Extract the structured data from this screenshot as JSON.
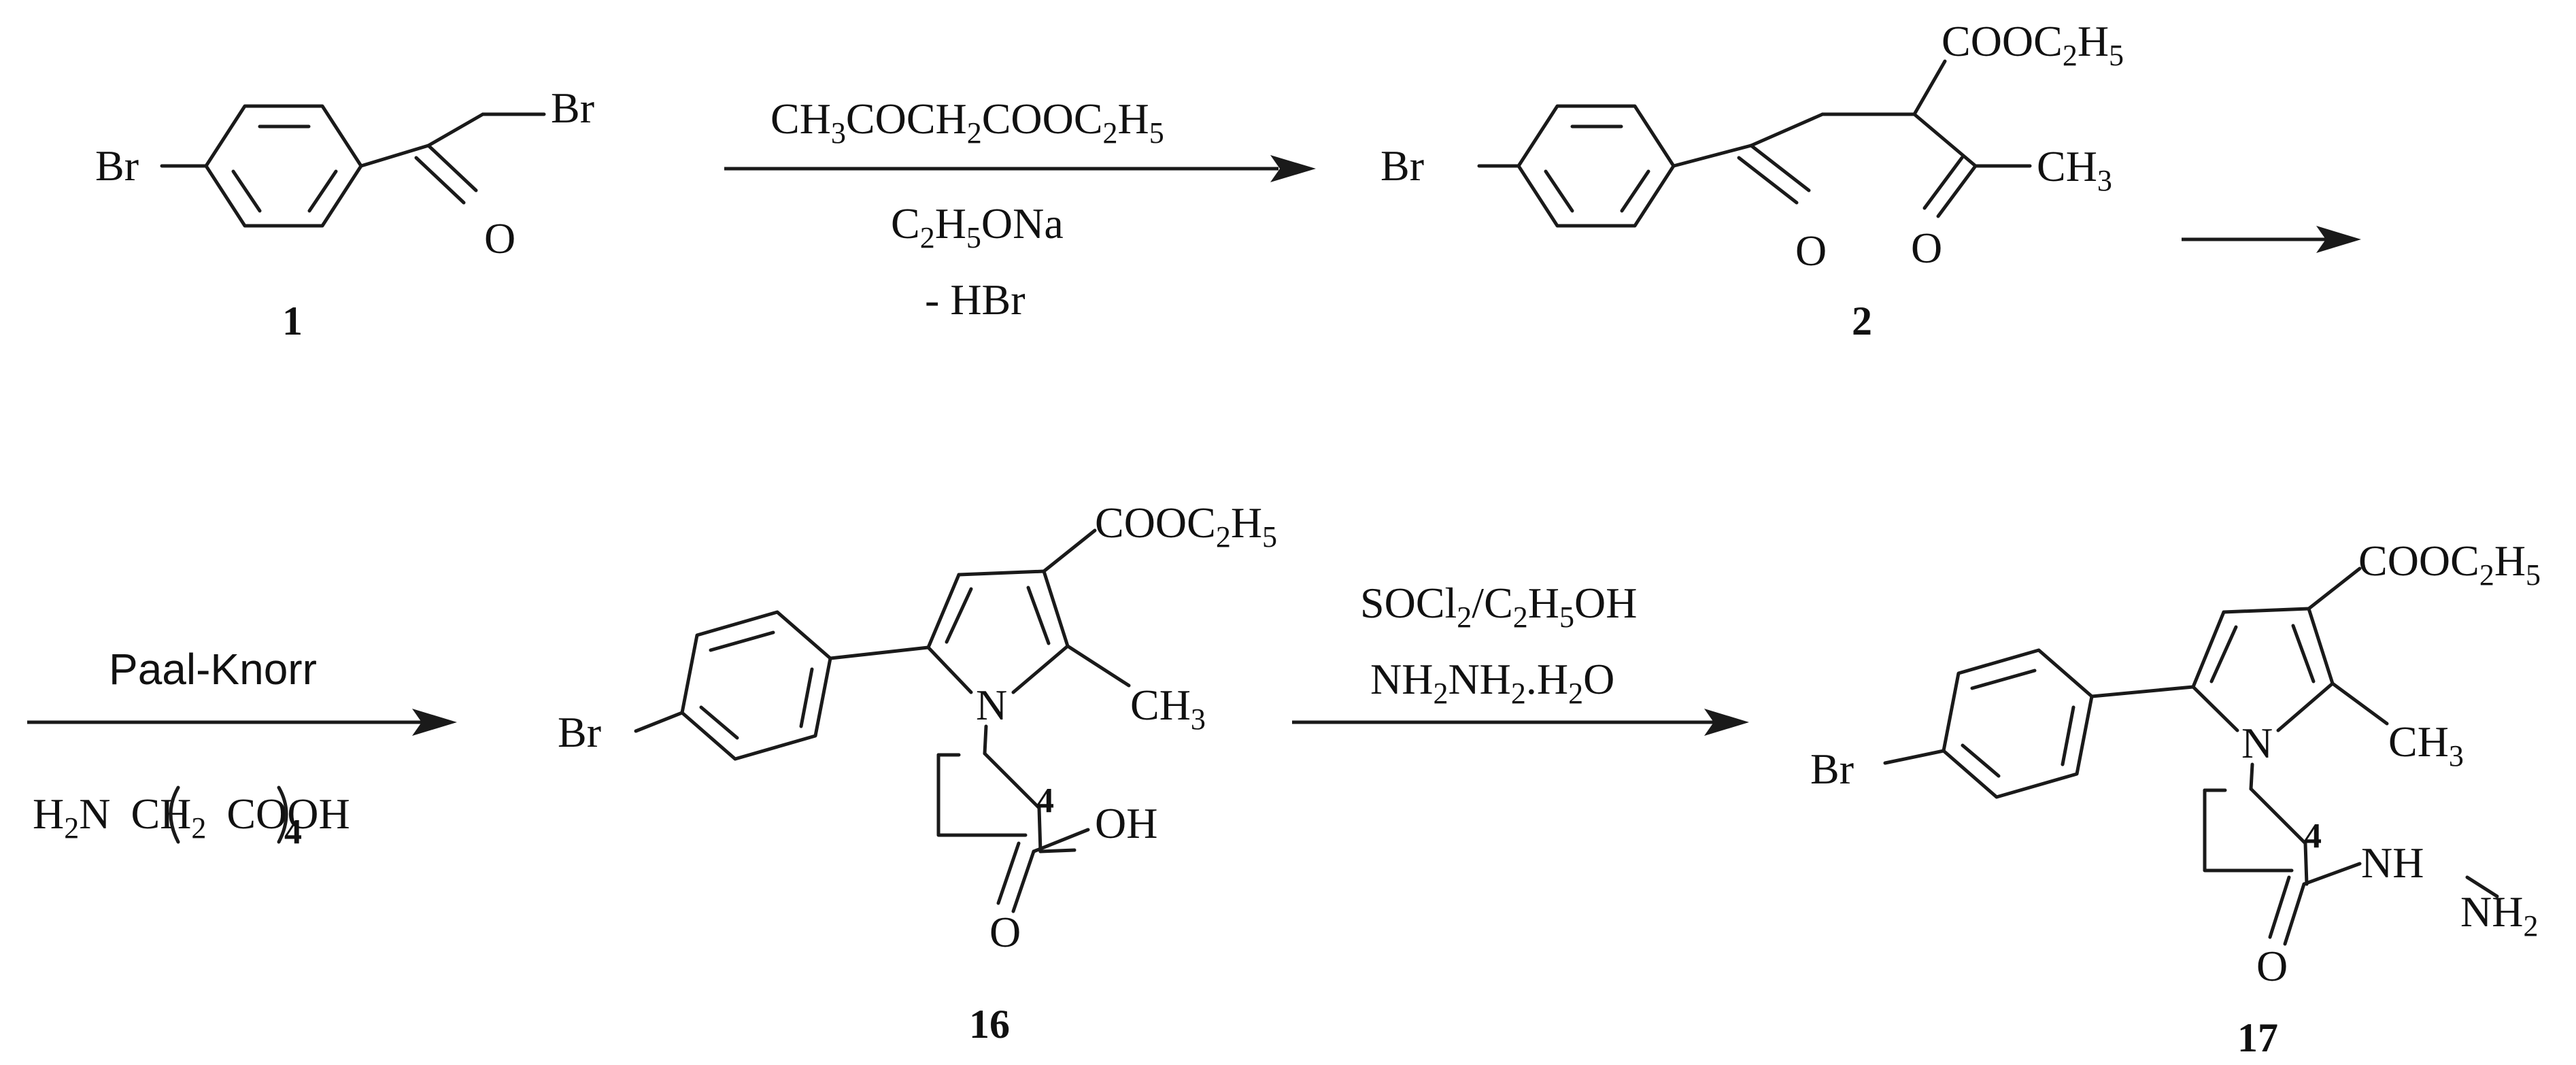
{
  "compounds": {
    "c1": {
      "label": "1",
      "br_ring": "Br",
      "br_chain": "Br",
      "oxo": "O"
    },
    "c2": {
      "label": "2",
      "br": "Br",
      "ester": "COOC",
      "ester_sub": "2",
      "ester_tail": "H",
      "ester_tail_sub": "5",
      "oxo1": "O",
      "oxo2": "O",
      "methyl": "CH",
      "methyl_sub": "3"
    },
    "c16": {
      "label": "16",
      "br": "Br",
      "n": "N",
      "ester": "COOC",
      "ester_sub": "2",
      "ester_tail": "H",
      "ester_tail_sub": "5",
      "methyl": "CH",
      "methyl_sub": "3",
      "repeat": "4",
      "oh": "OH",
      "oxo": "O"
    },
    "c17": {
      "label": "17",
      "br": "Br",
      "n": "N",
      "ester": "COOC",
      "ester_sub": "2",
      "ester_tail": "H",
      "ester_tail_sub": "5",
      "methyl": "CH",
      "methyl_sub": "3",
      "repeat": "4",
      "nh": "NH",
      "nh2": "NH",
      "nh2_sub": "2",
      "oxo": "O"
    }
  },
  "reactions": {
    "r1": {
      "above": {
        "a": "CH",
        "a_sub": "3",
        "b": "COCH",
        "b_sub": "2",
        "c": "COOC",
        "c_sub": "2",
        "d": "H",
        "d_sub": "5"
      },
      "below1": {
        "a": "C",
        "a_sub": "2",
        "b": "H",
        "b_sub": "5",
        "c": "ONa"
      },
      "below2": "- HBr"
    },
    "r2": {
      "above": "Paal-Knorr",
      "below": {
        "a": "H",
        "a_sub": "2",
        "b": "N",
        "c": "CH",
        "c_sub": "2",
        "n": "4",
        "d": "COOH"
      }
    },
    "r3": {
      "above": {
        "a": "SOCl",
        "a_sub": "2",
        "b": "/C",
        "b_sub": "2",
        "c": "H",
        "c_sub": "5",
        "d": "OH"
      },
      "below": {
        "a": "NH",
        "a_sub": "2",
        "b": "NH",
        "b_sub": "2",
        "c": ".H",
        "c_sub": "2",
        "d": "O"
      }
    }
  }
}
